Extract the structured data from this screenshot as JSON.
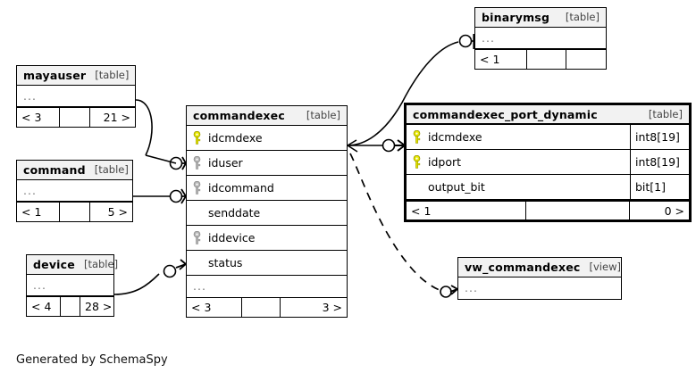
{
  "diagram": {
    "credit": "Generated by SchemaSpy",
    "background": "#ffffff",
    "header_fill": "#f2f2f2",
    "pk_key_color": "#e8e800",
    "fk_key_color": "#b0b0b0",
    "line_color": "#000000"
  },
  "tables": {
    "mayauser": {
      "name": "mayauser",
      "kind": "[table]",
      "ellipsis": "...",
      "footer": {
        "left": "< 3",
        "middle": "",
        "right": "21 >"
      }
    },
    "command": {
      "name": "command",
      "kind": "[table]",
      "ellipsis": "...",
      "footer": {
        "left": "< 1",
        "middle": "",
        "right": "5 >"
      }
    },
    "device": {
      "name": "device",
      "kind": "[table]",
      "ellipsis": "...",
      "footer": {
        "left": "< 4",
        "middle": "",
        "right": "28 >"
      }
    },
    "commandexec": {
      "name": "commandexec",
      "kind": "[table]",
      "ellipsis": "...",
      "columns": [
        {
          "key": "pk",
          "name": "idcmdexe",
          "type": ""
        },
        {
          "key": "fk",
          "name": "iduser",
          "type": ""
        },
        {
          "key": "fk",
          "name": "idcommand",
          "type": ""
        },
        {
          "key": "none",
          "name": "senddate",
          "type": ""
        },
        {
          "key": "fk",
          "name": "iddevice",
          "type": ""
        },
        {
          "key": "none",
          "name": "status",
          "type": ""
        }
      ],
      "footer": {
        "left": "< 3",
        "middle": "",
        "right": "3 >"
      }
    },
    "commandexec_port_dynamic": {
      "name": "commandexec_port_dynamic",
      "kind": "[table]",
      "columns": [
        {
          "key": "pk",
          "name": "idcmdexe",
          "type": "int8[19]"
        },
        {
          "key": "pk",
          "name": "idport",
          "type": "int8[19]"
        },
        {
          "key": "none",
          "name": "output_bit",
          "type": "bit[1]"
        }
      ],
      "footer": {
        "left": "< 1",
        "middle": "",
        "right": "0 >"
      }
    },
    "binarymsg": {
      "name": "binarymsg",
      "kind": "[table]",
      "ellipsis": "...",
      "footer": {
        "left": "< 1",
        "middle": "",
        "right": ""
      }
    },
    "vw_commandexec": {
      "name": "vw_commandexec",
      "kind": "[view]",
      "ellipsis": "..."
    }
  }
}
